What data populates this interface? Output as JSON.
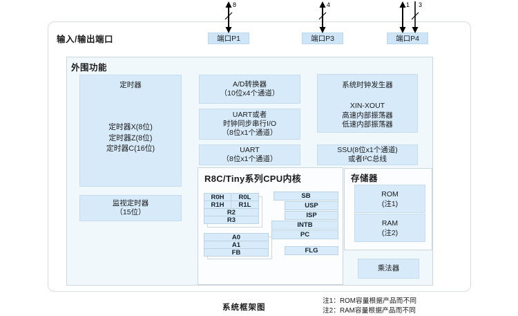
{
  "header": {
    "io_ports_label": "输入/输出端口"
  },
  "ports": {
    "p1": "端口P1",
    "p3": "端口P3",
    "p4": "端口P4"
  },
  "buses": {
    "p1_width": "8",
    "p3_width": "4",
    "p4_bidir_width": "1",
    "p4_out_width": "3"
  },
  "peripherals": {
    "label": "外围功能",
    "timer": {
      "title": "定时器",
      "lines": [
        "定时器X(8位)",
        "定时器Z(8位)",
        "定时器C(16位)"
      ]
    },
    "watchdog": {
      "lines": [
        "监视定时器",
        "（15位）"
      ]
    },
    "adc": {
      "lines": [
        "A/D转换器",
        "（10位x4个通道）"
      ]
    },
    "uart_sync": {
      "lines": [
        "UART或者",
        "时钟同步串行I/O",
        "（8位x1个通道）"
      ]
    },
    "uart": {
      "lines": [
        "UART",
        "（8位x1个通道）"
      ]
    },
    "clock": {
      "title": "系统时钟发生器",
      "lines": [
        "XIN-XOUT",
        "高速内部振荡器",
        "低速内部振荡器"
      ]
    },
    "ssu": {
      "lines": [
        "SSU(8位x1个通道)",
        "或者I²C总线"
      ]
    },
    "multiplier": "乘法器"
  },
  "cpu": {
    "title": "R8C/Tiny系列CPU内核",
    "gp_rows": [
      [
        "R0H",
        "R0L"
      ],
      [
        "R1H",
        "R1L"
      ],
      [
        "R2"
      ],
      [
        "R3"
      ]
    ],
    "addr_regs": [
      "A0",
      "A1",
      "FB"
    ],
    "ctrl_regs": [
      "SB",
      "USP",
      "ISP",
      "INTB",
      "PC",
      "FLG"
    ]
  },
  "memory": {
    "title": "存储器",
    "rom_lines": [
      "ROM",
      "(注1)"
    ],
    "ram_lines": [
      "RAM",
      "(注2)"
    ]
  },
  "footer": {
    "caption": "系统框架图",
    "notes": [
      "注1：ROM容量根据产品而不同",
      "注2：RAM容量根据产品而不同"
    ]
  },
  "colors": {
    "block_fill": "#d7eafa",
    "port_fill": "#cde5f7",
    "panel_bg": "#f1f8fc",
    "panel_border": "#ccd6dd",
    "chip_border": "#d6dbde",
    "arrow": "#000000",
    "text": "#1a1a1a"
  }
}
